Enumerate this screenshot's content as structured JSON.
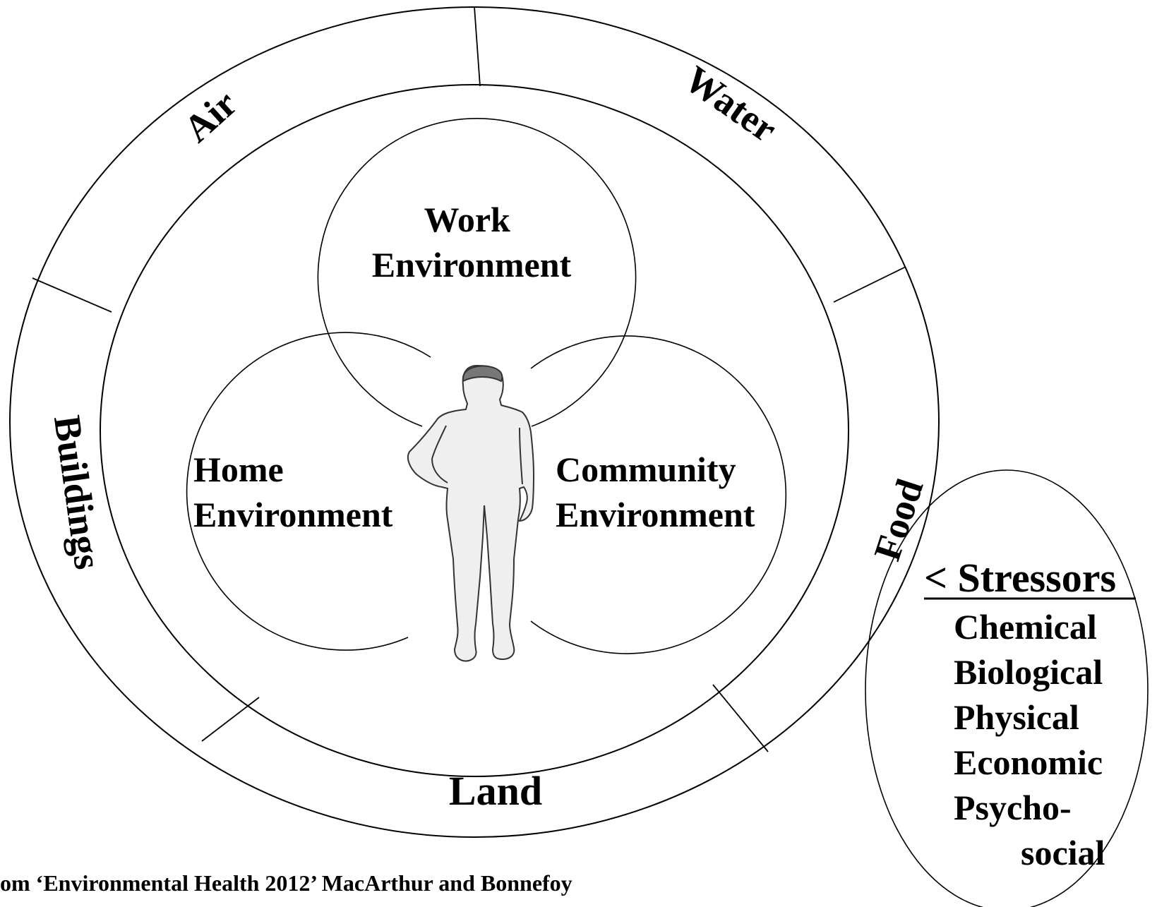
{
  "outer_ring": {
    "segments": [
      "Air",
      "Water",
      "Food",
      "Land",
      "Buildings"
    ]
  },
  "inner_circles": {
    "work": [
      "Work",
      "Environment"
    ],
    "home": [
      "Home",
      "Environment"
    ],
    "community": [
      "Community",
      "Environment"
    ]
  },
  "stressors": {
    "heading": "< Stressors",
    "items": [
      "Chemical",
      "Biological",
      "Physical",
      "Economic",
      "Psycho-"
    ],
    "last_line": "social"
  },
  "figure": {
    "icon": "person-standing-icon"
  },
  "source_caption": "om ‘Environmental Health 2012’ MacArthur and Bonnefoy"
}
